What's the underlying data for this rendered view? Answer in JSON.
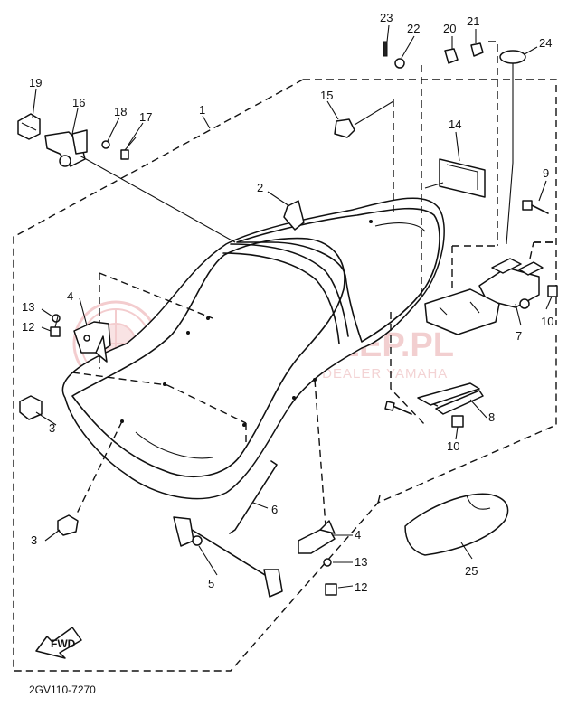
{
  "diagram": {
    "drawing_code": "2GV110-7270",
    "front_arrow_label": "FWD",
    "watermark": {
      "main": "YAMA-SKLEP.PL",
      "sub": "WOJCIECHOWICZ DEALER YAMAHA"
    },
    "callouts": {
      "c1": "1",
      "c2": "2",
      "c3a": "3",
      "c3b": "3",
      "c4a": "4",
      "c4b": "4",
      "c5": "5",
      "c6": "6",
      "c7": "7",
      "c8": "8",
      "c9": "9",
      "c10a": "10",
      "c10b": "10",
      "c12a": "12",
      "c12b": "12",
      "c13a": "13",
      "c13b": "13",
      "c14": "14",
      "c15": "15",
      "c16": "16",
      "c17": "17",
      "c18": "18",
      "c19": "19",
      "c20": "20",
      "c21": "21",
      "c22": "22",
      "c23": "23",
      "c24": "24",
      "c25": "25"
    }
  }
}
